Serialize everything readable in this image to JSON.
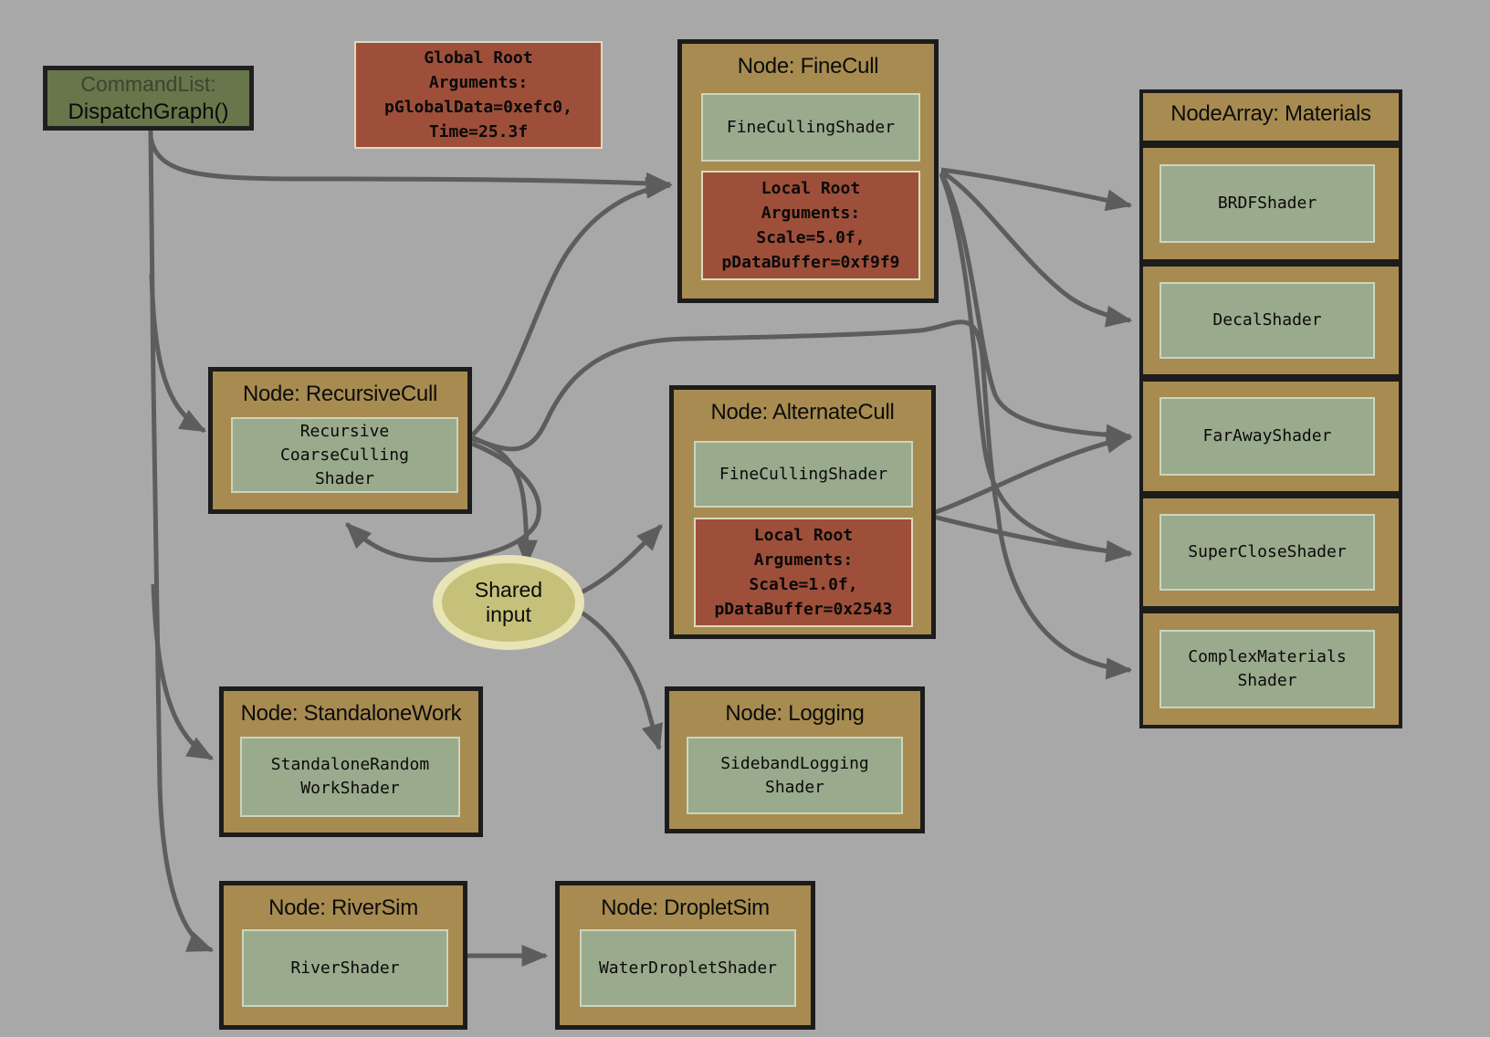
{
  "command_list": {
    "prefix": "CommandList:",
    "call": "DispatchGraph()"
  },
  "global_root_args": {
    "lines": [
      "Global Root",
      "Arguments:",
      "pGlobalData=0xefc0,",
      "Time=25.3f"
    ]
  },
  "nodes": {
    "finecull": {
      "title": "Node: FineCull",
      "shader": "FineCullingShader",
      "local_root_args": [
        "Local Root",
        "Arguments:",
        "Scale=5.0f,",
        "pDataBuffer=0xf9f9"
      ]
    },
    "recursivecull": {
      "title": "Node: RecursiveCull",
      "shader": [
        "Recursive",
        "CoarseCulling",
        "Shader"
      ]
    },
    "alternatecull": {
      "title": "Node: AlternateCull",
      "shader": "FineCullingShader",
      "local_root_args": [
        "Local Root",
        "Arguments:",
        "Scale=1.0f,",
        "pDataBuffer=0x2543"
      ]
    },
    "standalonework": {
      "title": "Node: StandaloneWork",
      "shader": [
        "StandaloneRandom",
        "WorkShader"
      ]
    },
    "logging": {
      "title": "Node: Logging",
      "shader": [
        "SidebandLogging",
        "Shader"
      ]
    },
    "riversim": {
      "title": "Node: RiverSim",
      "shader": "RiverShader"
    },
    "dropletsim": {
      "title": "Node: DropletSim",
      "shader": "WaterDropletShader"
    }
  },
  "node_array": {
    "title": "NodeArray: Materials",
    "items": [
      {
        "label": "BRDFShader"
      },
      {
        "label": "DecalShader"
      },
      {
        "label": "FarAwayShader"
      },
      {
        "label": "SuperCloseShader"
      },
      {
        "label": [
          "ComplexMaterials",
          "Shader"
        ]
      }
    ]
  },
  "shared_input": {
    "label": [
      "Shared",
      "input"
    ]
  },
  "colors": {
    "background": "#a8a8a8",
    "node_fill": "#a78b50",
    "node_border": "#1c1c1c",
    "shader_fill": "#9aaa8c",
    "shader_border": "#ccd5bd",
    "args_fill": "#9e4f3a",
    "args_border": "#ded8bf",
    "cmd_fill": "#68764b",
    "ellipse_fill": "#c6c17a",
    "ellipse_ring": "#e9e4b5",
    "arrow": "#5d5d5d"
  }
}
